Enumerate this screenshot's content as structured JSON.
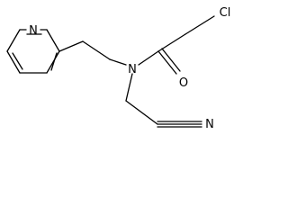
{
  "molecule": {
    "atoms": {
      "pyridine_n": "N",
      "amide_n": "N",
      "carbonyl_o": "O",
      "chlorine": "Cl",
      "nitrile_n": "N"
    }
  },
  "colors": {
    "bond": "#000000",
    "label": "#000000",
    "background": "#ffffff"
  }
}
